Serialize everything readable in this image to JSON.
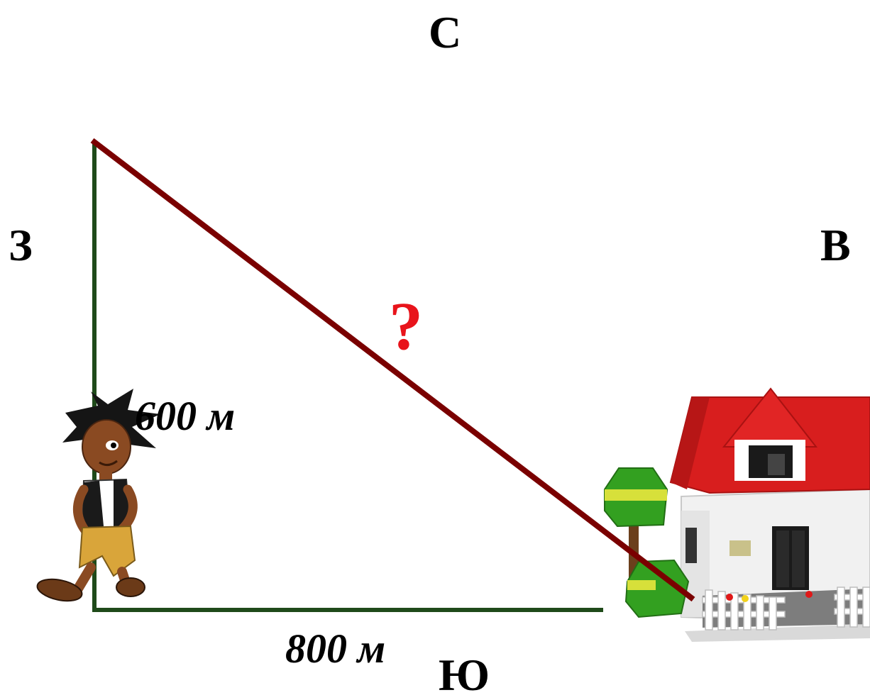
{
  "directions": {
    "north": "С",
    "south": "Ю",
    "west": "З",
    "east": "В"
  },
  "labels": {
    "vertical_leg": "600 м",
    "horizontal_leg": "800 м",
    "hypotenuse": "?"
  },
  "colors": {
    "legs": "#1f4a1a",
    "hypotenuse": "#7a0000",
    "question": "#e8141b",
    "roof": "#d81e1e"
  },
  "icons": {
    "walker": "cartoon-boy-walking",
    "destination": "lego-house"
  }
}
